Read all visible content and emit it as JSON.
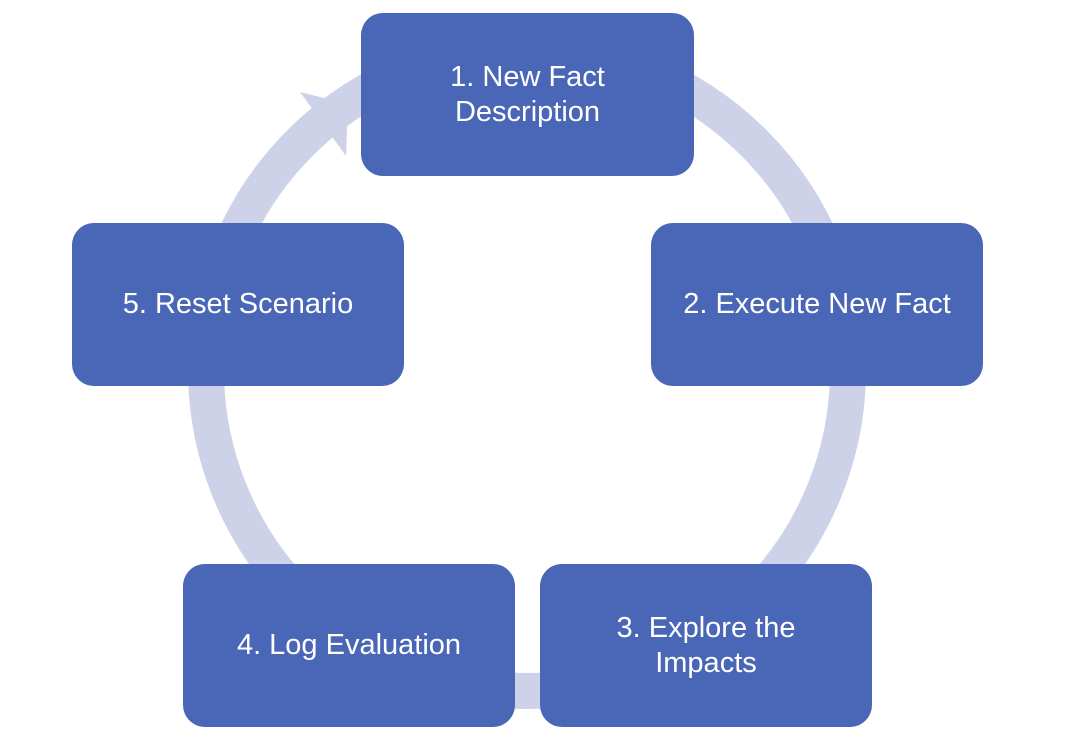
{
  "diagram": {
    "type": "cycle",
    "colors": {
      "box_fill": "#4a67b7",
      "box_text": "#ffffff",
      "ring": "#cdd2e8",
      "background": "#ffffff"
    },
    "steps": [
      {
        "label": "1. New Fact\nDescription"
      },
      {
        "label": "2. Execute New Fact"
      },
      {
        "label": "3. Explore the\nImpacts"
      },
      {
        "label": "4. Log Evaluation"
      },
      {
        "label": "5. Reset Scenario"
      }
    ]
  }
}
